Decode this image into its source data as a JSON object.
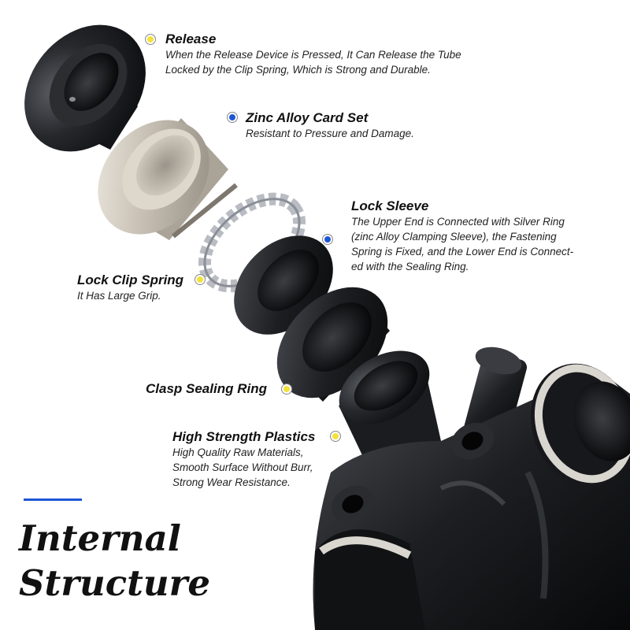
{
  "callouts": {
    "release": {
      "title": "Release",
      "lines": [
        "When the Release Device is Pressed, It Can Release the Tube",
        "Locked by the Clip Spring, Which is Strong and Durable."
      ]
    },
    "zinc_alloy_card_set": {
      "title": "Zinc Alloy Card Set",
      "lines": [
        "Resistant to Pressure and Damage."
      ]
    },
    "lock_sleeve": {
      "title": "Lock Sleeve",
      "lines": [
        "The Upper End is Connected with Silver Ring",
        "(zinc Alloy Clamping Sleeve), the Fastening",
        "Spring is Fixed, and the Lower End is Connect-",
        "ed with the Sealing Ring."
      ]
    },
    "lock_clip_spring": {
      "title": "Lock Clip Spring",
      "lines": [
        "It Has Large Grip."
      ]
    },
    "clasp_sealing_ring": {
      "title": "Clasp Sealing Ring"
    },
    "high_strength_plastics": {
      "title": "High Strength Plastics",
      "lines": [
        "High Quality Raw Materials,",
        "Smooth Surface Without Burr,",
        "Strong Wear Resistance."
      ]
    }
  },
  "heading": {
    "line1": "Internal",
    "line2": "Structure"
  },
  "colors": {
    "accent_blue": "#1f56d6",
    "dot_yellow": "#f2e23a",
    "plastic_black": "#1e1f23",
    "metal_silver": "#c9c3b8"
  }
}
